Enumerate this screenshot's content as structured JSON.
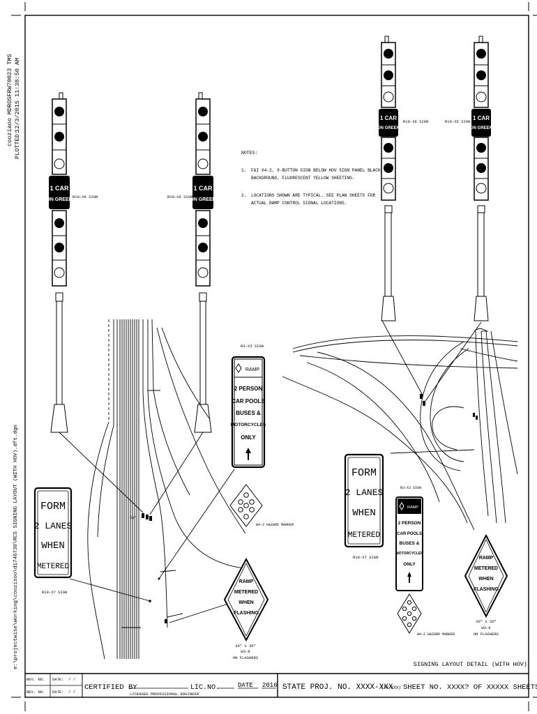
{
  "plot_info": {
    "user": "cooziaoo MDROSFRW70023 TMS",
    "plotted_label": "PLOTTED:",
    "plotted_datetime": "12/3/2015   11:38:50 AM"
  },
  "file_path": "e:\\projectwise\\working\\coozisoo\\d1746730\\RCS SIGNING LAYOUT (WITH HOV).dft.dgn",
  "notes": {
    "title": "NOTES:",
    "items": [
      {
        "num": "1.",
        "line1": "F&I X4-2, 9-BUTTON SIGN BELOW HOV SIGN PANEL BLACK",
        "line2": "BACKGROUND, FLUORESCENT YELLOW SHEETING."
      },
      {
        "num": "2.",
        "line1": "LOCATIONS SHOWN ARE TYPICAL. SEE PLAN SHEETS FOR",
        "line2": "ACTUAL RAMP CONTROL SIGNAL LOCATIONS."
      }
    ]
  },
  "signs": {
    "one_car_line1": "1 CAR",
    "one_car_line2": "ON GREEN",
    "r10_x6_label": "R10-X6 SIGN",
    "r3_x3_label": "R3-X3 SIGN",
    "ramp_label": "RAMP",
    "hov_lines": [
      "2 PERSON",
      "CAR POOLS",
      "BUSES &",
      "MOTORCYCLES",
      "ONLY"
    ],
    "form_lines": [
      "FORM",
      "2 LANES",
      "WHEN",
      "METERED"
    ],
    "r10_x7_label": "R10-X7 SIGN",
    "w4_2_label": "W4-2 HAZARD MARKER",
    "ramp_metered_lines": [
      "RAMP",
      "METERED",
      "WHEN",
      "FLASHING"
    ],
    "size_label": "36\" X 36\"",
    "w3_8_label": "W3-8",
    "flashers_label": "ON FLASHERS",
    "dimension_label": "50'"
  },
  "detail_title": "SIGNING LAYOUT DETAIL (WITH HOV)",
  "title_block": {
    "rev_no_label": "REV. NO.",
    "date_label": "DATE:",
    "date_blank": "/  /",
    "certified_by": "CERTIFIED BY",
    "lic_no": "LIC.NO.",
    "date_caption": "DATE",
    "year": "2016",
    "licensed_engineer": "LICENSED PROFESSIONAL ENGINEER",
    "state_proj": "STATE PROJ. NO. XXXX-XXX",
    "th_label": "(TH XXX)",
    "sheet_no": "SHEET NO. XXXX? OF XXXXX SHEETS"
  }
}
